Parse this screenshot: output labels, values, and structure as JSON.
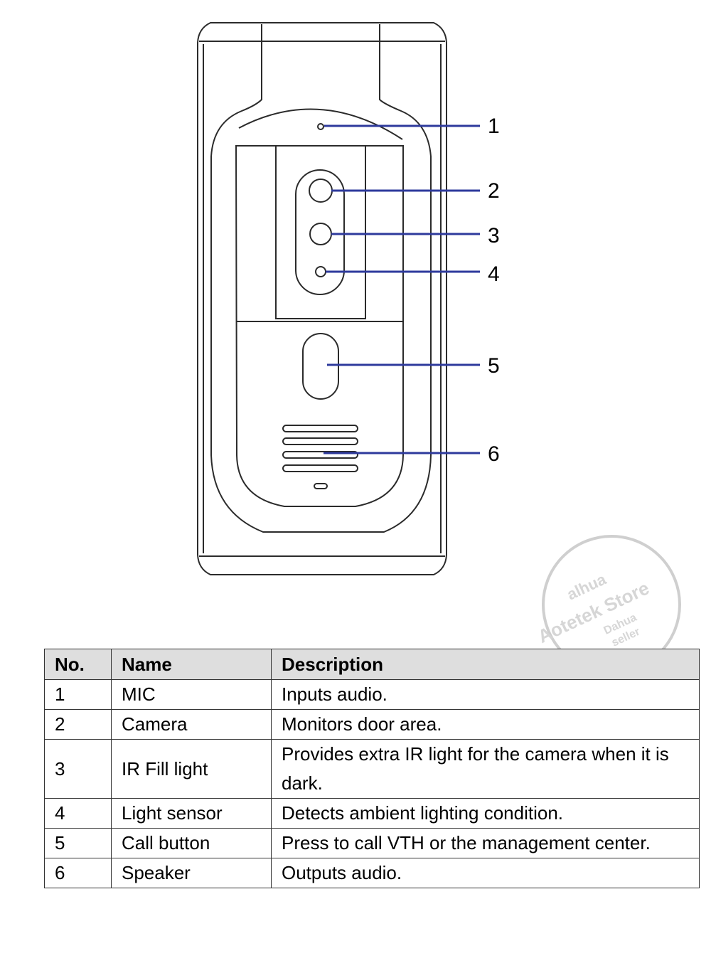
{
  "callouts": [
    "1",
    "2",
    "3",
    "4",
    "5",
    "6"
  ],
  "watermark": {
    "brand": "alhua",
    "store": "Aotetek Store",
    "line1": "Dahua",
    "line2": "seller"
  },
  "table": {
    "headers": [
      "No.",
      "Name",
      "Description"
    ],
    "rows": [
      {
        "no": "1",
        "name": "MIC",
        "description": "Inputs audio."
      },
      {
        "no": "2",
        "name": "Camera",
        "description": "Monitors door area."
      },
      {
        "no": "3",
        "name": "IR Fill light",
        "description": "Provides extra IR light for the camera when it is dark."
      },
      {
        "no": "4",
        "name": "Light sensor",
        "description": "Detects ambient lighting condition."
      },
      {
        "no": "5",
        "name": "Call button",
        "description": "Press to call VTH or the management center."
      },
      {
        "no": "6",
        "name": "Speaker",
        "description": "Outputs audio."
      }
    ]
  },
  "colors": {
    "callout_line": "#2e3a9c",
    "outline": "#2b2b2b",
    "header_bg": "#dedede"
  }
}
